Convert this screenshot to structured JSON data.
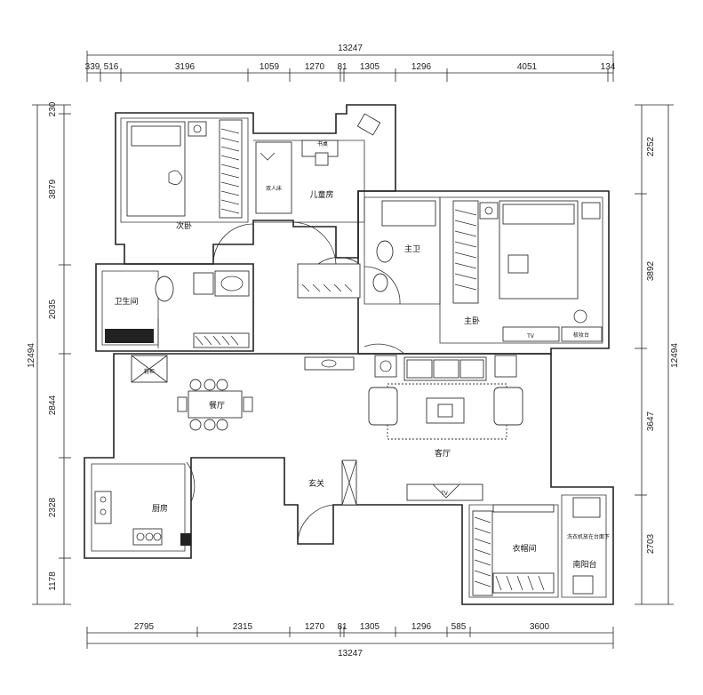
{
  "dimensions": {
    "top_total": "13247",
    "top_segments": [
      "339",
      "516",
      "3196",
      "1059",
      "1270",
      "81",
      "1305",
      "1296",
      "4051",
      "134"
    ],
    "bottom_segments": [
      "2795",
      "2315",
      "1270",
      "81",
      "1305",
      "1296",
      "585",
      "3600"
    ],
    "bottom_total": "13247",
    "left_total": "12494",
    "left_segments": [
      "230",
      "3879",
      "2035",
      "2844",
      "2328",
      "1178"
    ],
    "right_total": "12494",
    "right_segments": [
      "2252",
      "3892",
      "3647",
      "2703"
    ]
  },
  "rooms": {
    "second_bedroom": "次卧",
    "bathroom": "卫生间",
    "children_room": "儿童房",
    "double_bed": "双人床",
    "desk": "书桌",
    "master_bath": "主卫",
    "master_bedroom": "主卧",
    "dining": "餐厅",
    "living": "客厅",
    "entrance": "玄关",
    "kitchen": "厨房",
    "walk_in_closet": "衣帽间",
    "south_balcony": "南阳台",
    "shoe_cabinet": "鞋柜",
    "dresser": "梳妆台",
    "washer_note": "洗衣机放在台面下",
    "tv_label_1": "TV",
    "tv_label_2": "TV"
  }
}
